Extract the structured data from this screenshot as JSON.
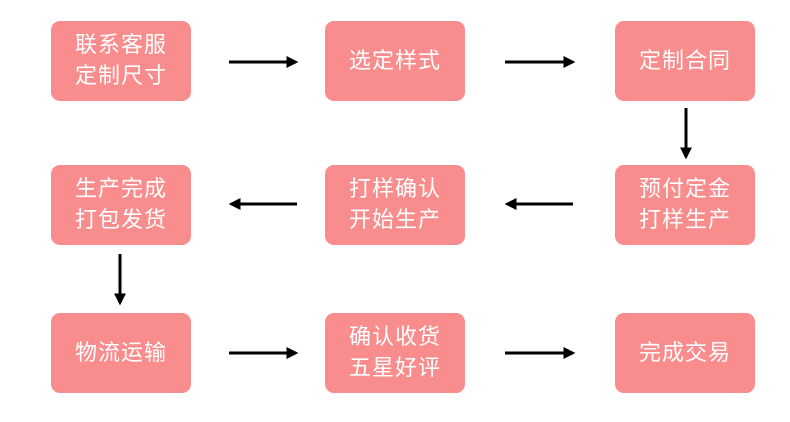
{
  "steps": [
    "联系客服\n定制尺寸",
    "选定样式",
    "定制合同",
    "生产完成\n打包发货",
    "打样确认\n开始生产",
    "预付定金\n打样生产",
    "物流运输",
    "确认收货\n五星好评",
    "完成交易"
  ],
  "colors": {
    "box_fill": "#f98c8c",
    "box_text": "#ffffff",
    "arrow": "#000000"
  }
}
